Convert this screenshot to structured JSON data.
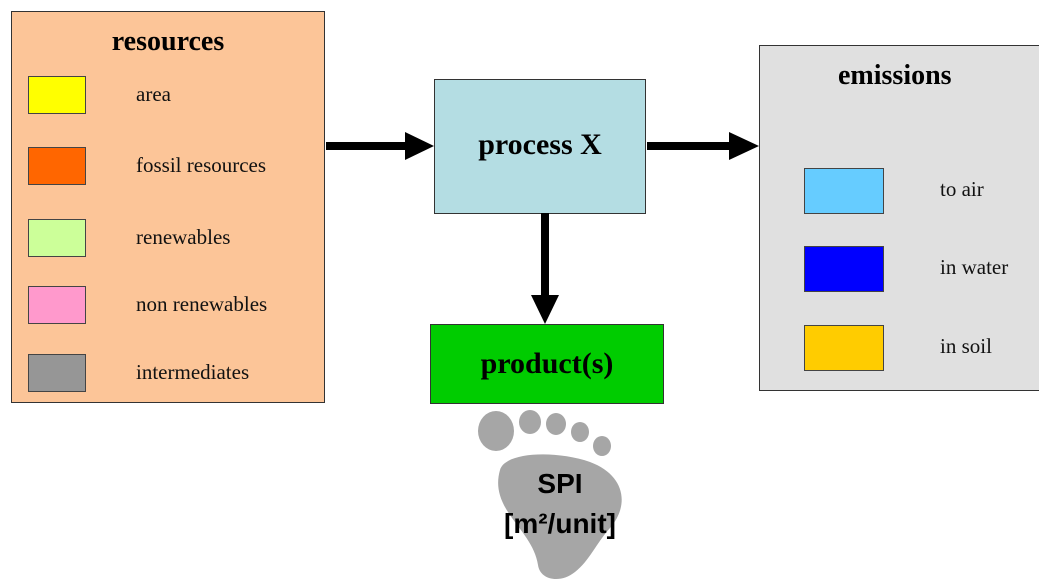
{
  "resources": {
    "title": "resources",
    "items": [
      {
        "label": "area",
        "color": "#ffff00"
      },
      {
        "label": "fossil resources",
        "color": "#ff6600"
      },
      {
        "label": "renewables",
        "color": "#ccff99"
      },
      {
        "label": "non renewables",
        "color": "#ff99cc"
      },
      {
        "label": "intermediates",
        "color": "#969696"
      }
    ]
  },
  "process": {
    "label": "process X"
  },
  "product": {
    "label": "product(s)"
  },
  "emissions": {
    "title": "emissions",
    "items": [
      {
        "label": "to air",
        "color": "#66ccff"
      },
      {
        "label": "in water",
        "color": "#0000ff"
      },
      {
        "label": "in soil",
        "color": "#ffcc00"
      }
    ]
  },
  "footprint": {
    "label": "SPI",
    "unit": "[m²/unit]"
  },
  "colors": {
    "resources_bg": "#fcc598",
    "process_bg": "#b4dde3",
    "product_bg": "#00cc00",
    "emissions_bg": "#e0e0e0",
    "footprint": "#a6a6a6"
  }
}
